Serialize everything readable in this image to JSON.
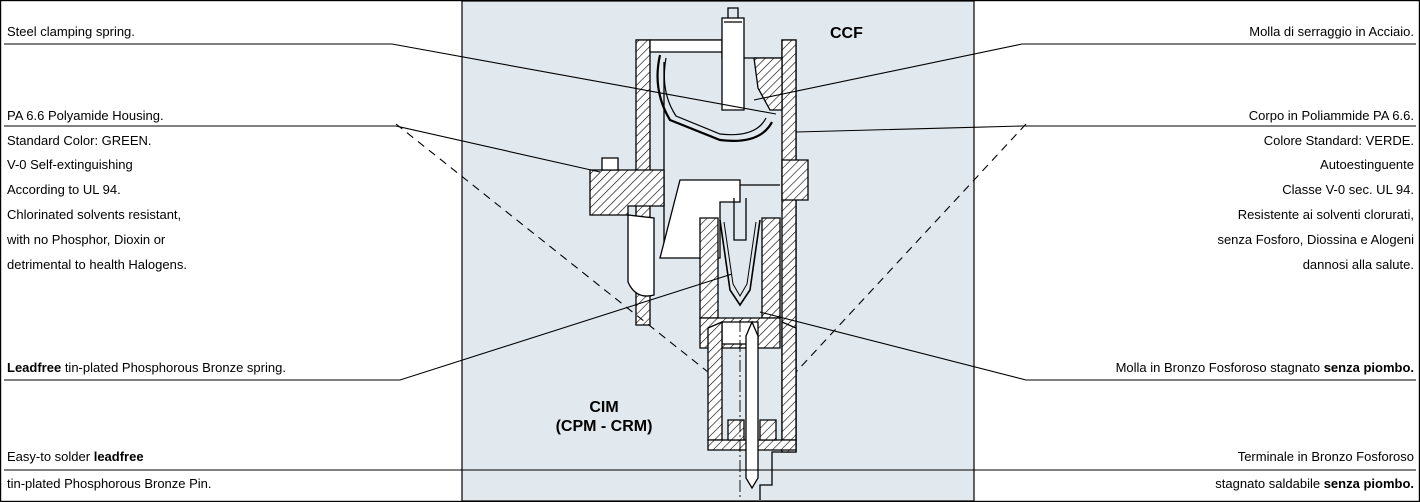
{
  "diagram": {
    "top_connector_label": "CCF",
    "bottom_connector_label_line1": "CIM",
    "bottom_connector_label_line2": "(CPM - CRM)"
  },
  "left_labels": {
    "spring": "Steel clamping spring.",
    "housing": [
      "PA 6.6 Polyamide Housing.",
      "Standard Color: GREEN.",
      "V-0 Self-extinguishing",
      "According to UL 94.",
      "Chlorinated solvents resistant,",
      "with no Phosphor, Dioxin or",
      "detrimental to health Halogens."
    ],
    "bronze_spring_bold": "Leadfree",
    "bronze_spring_rest": " tin-plated Phosphorous Bronze spring.",
    "pin_line1_a": "Easy-to solder ",
    "pin_line1_bold": "leadfree",
    "pin_line2": "tin-plated Phosphorous Bronze Pin."
  },
  "right_labels": {
    "spring": "Molla di serraggio in Acciaio.",
    "housing": [
      "Corpo in Poliammide PA 6.6.",
      "Colore Standard: VERDE.",
      "Autoestinguente",
      "Classe V-0 sec. UL 94.",
      "Resistente ai solventi clorurati,",
      "senza Fosforo, Diossina e Alogeni",
      "dannosi alla salute."
    ],
    "bronze_spring_rest": "Molla in Bronzo Fosforoso stagnato ",
    "bronze_spring_bold": "senza piombo.",
    "pin_line1": "Terminale in Bronzo Fosforoso",
    "pin_line2_a": "stagnato saldabile ",
    "pin_line2_bold": "senza piombo."
  },
  "colors": {
    "center_panel": "#e1e8ee",
    "stroke": "#000000"
  }
}
